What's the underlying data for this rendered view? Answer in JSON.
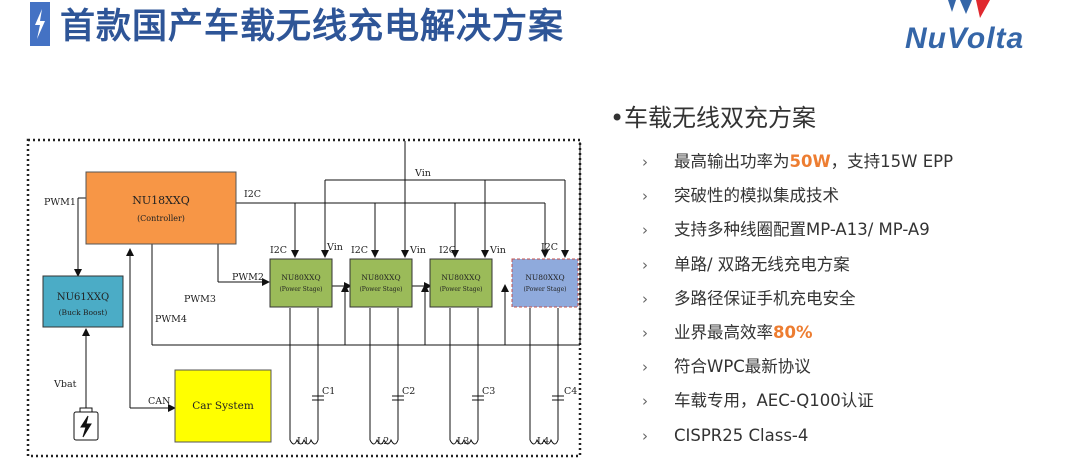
{
  "slide": {
    "title": "首款国产车载无线充电解决方案",
    "logo_text": "NuVolta"
  },
  "diagram": {
    "controller": {
      "name": "NU18XXQ",
      "sub": "(Controller)"
    },
    "buck": {
      "name": "NU61XXQ",
      "sub": "(Buck Boost)"
    },
    "car": {
      "name": "Car System"
    },
    "stages": [
      {
        "name": "NU80XXQ",
        "sub": "(Power Stage)"
      },
      {
        "name": "NU80XXQ",
        "sub": "(Power Stage)"
      },
      {
        "name": "NU80XXQ",
        "sub": "(Power Stage)"
      },
      {
        "name": "NU80XXQ",
        "sub": "(Power Stage)"
      }
    ],
    "labels": {
      "pwm1": "PWM1",
      "pwm2": "PWM2",
      "pwm3": "PWM3",
      "pwm4": "PWM4",
      "i2c": "I2C",
      "vin": "Vin",
      "can": "CAN",
      "vbat": "Vbat"
    },
    "caps": [
      "C1",
      "C2",
      "C3",
      "C4"
    ],
    "coils": [
      "L1",
      "L2",
      "L3",
      "L4"
    ]
  },
  "features": {
    "heading": "车载无线双充方案",
    "items": [
      {
        "pre": "最高输出功率为",
        "hl": "50W",
        "post": "，支持15W EPP"
      },
      {
        "pre": "突破性的模拟集成技术",
        "hl": "",
        "post": ""
      },
      {
        "pre": "支持多种线圈配置MP-A13/ MP-A9",
        "hl": "",
        "post": ""
      },
      {
        "pre": "单路/ 双路无线充电方案",
        "hl": "",
        "post": ""
      },
      {
        "pre": "多路径保证手机充电安全",
        "hl": "",
        "post": ""
      },
      {
        "pre": "业界最高效率",
        "hl": "80%",
        "post": ""
      },
      {
        "pre": "符合WPC最新协议",
        "hl": "",
        "post": ""
      },
      {
        "pre": "车载专用，AEC-Q100认证",
        "hl": "",
        "post": ""
      },
      {
        "pre": "CISPR25 Class-4",
        "hl": "",
        "post": ""
      }
    ]
  },
  "colors": {
    "title": "#2e5597",
    "highlight": "#ed7d31",
    "block_orange": "#f79646",
    "block_green": "#9bbb59",
    "block_blue": "#8faadc",
    "block_yellow": "#ffff00",
    "buck_blue": "#4bacc6"
  }
}
